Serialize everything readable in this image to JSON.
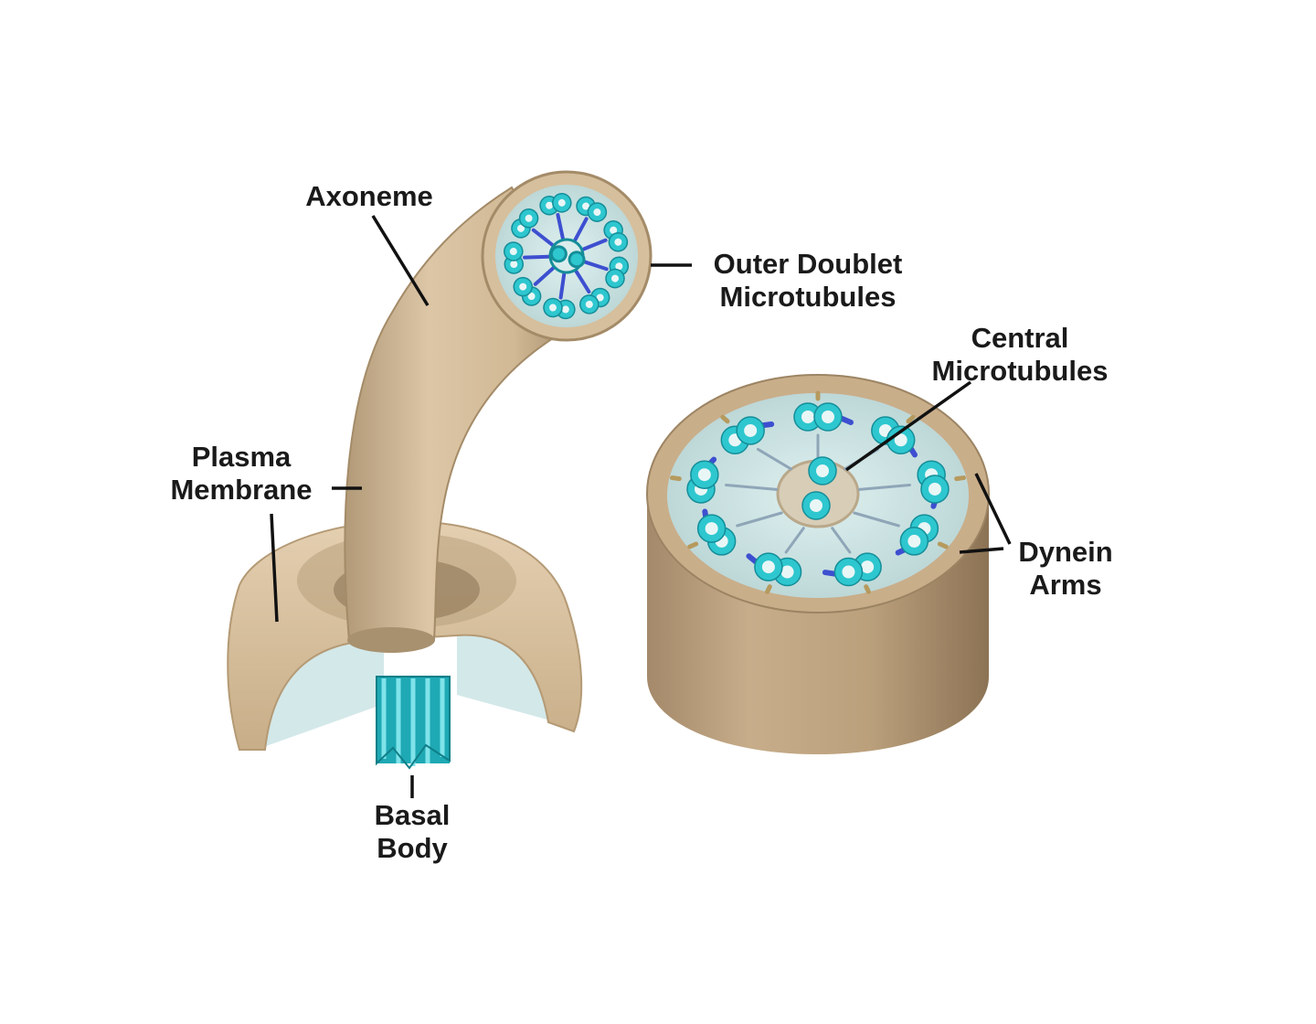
{
  "labels": {
    "axoneme": "Axoneme",
    "outer_doublet": [
      "Outer Doublet",
      "Microtubules"
    ],
    "central": [
      "Central",
      "Microtubules"
    ],
    "plasma_membrane": [
      "Plasma",
      "Membrane"
    ],
    "dynein": [
      "Dynein",
      "Arms"
    ],
    "basal_body": [
      "Basal",
      "Body"
    ]
  },
  "colors": {
    "membrane": "#d8c1a0",
    "membrane_dark": "#a8916f",
    "membrane_inner": "#e6d3b6",
    "microtubule": "#2ec7cf",
    "microtubule_dark": "#148e99",
    "dynein_arm": "#3d4fd0",
    "matrix": "#c7dede",
    "cutaway": "#cfe5e6"
  }
}
